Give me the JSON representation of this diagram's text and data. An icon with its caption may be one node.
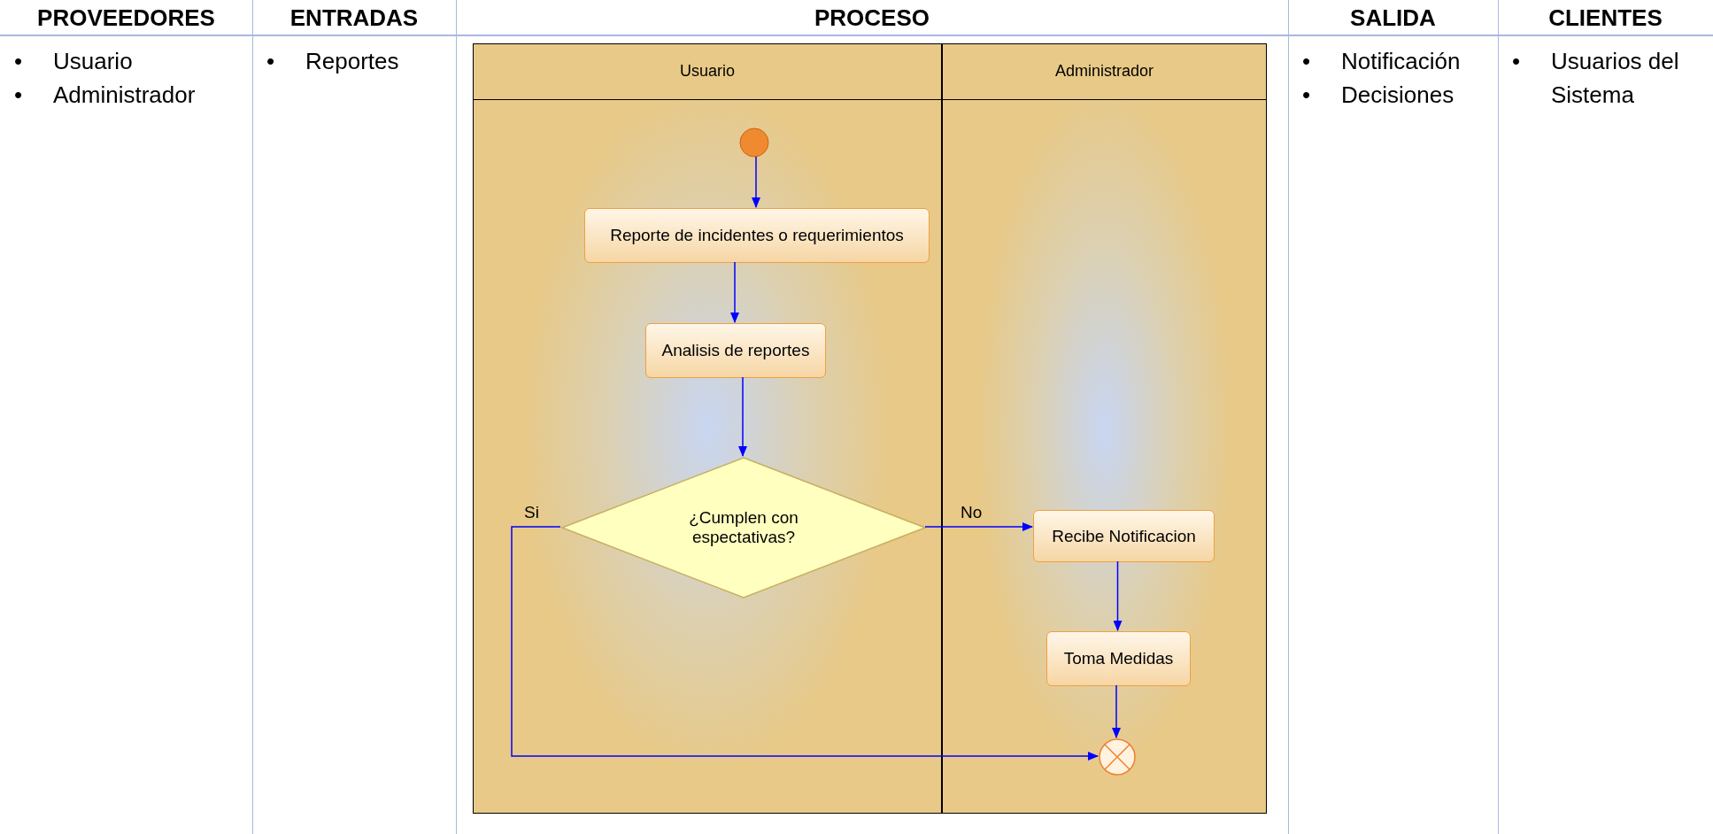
{
  "diagram": {
    "nodes": [
      {
        "text": [
          "Usuario"
        ]
      },
      {
        "text": [
          "Administrador"
        ]
      },
      {
        "text": [],
        "shape": "circle",
        "in": 0
      },
      {
        "text": [
          "Reporte de incidentes o requerimientos"
        ],
        "in": 0
      },
      {
        "text": [
          "Analisis de reportes"
        ],
        "in": 0
      },
      {
        "text": [
          "¿Cumplen con espectativas?"
        ],
        "in": 0
      },
      {
        "text": [
          "Recibe Notificacion"
        ],
        "in": 1
      },
      {
        "text": [
          "Toma Medidas"
        ],
        "in": 1
      },
      {
        "text": [],
        "shape": "circle",
        "in": 1
      }
    ],
    "edges": [
      {
        "from": 2,
        "to": 3,
        "arrow": "to"
      },
      {
        "from": 3,
        "to": 4,
        "arrow": "to"
      },
      {
        "from": 4,
        "to": 5,
        "arrow": "to"
      },
      {
        "from": 5,
        "to": 6,
        "arrow": "to",
        "label": "No"
      },
      {
        "from": 6,
        "to": 7,
        "arrow": "to"
      },
      {
        "from": 7,
        "to": 8,
        "arrow": "to"
      },
      {
        "from": 5,
        "to": 8,
        "arrow": "to",
        "label": "Si"
      }
    ],
    "labels": [
      "PROVEEDORES",
      "ENTRADAS",
      "PROCESO",
      "SALIDA",
      "CLIENTES",
      "•",
      "Usuario",
      "•",
      "Reportes",
      "•",
      "Notificación",
      "•",
      "Usuarios del Sistema",
      "•",
      "Administrador",
      "•",
      "Decisiones"
    ]
  }
}
